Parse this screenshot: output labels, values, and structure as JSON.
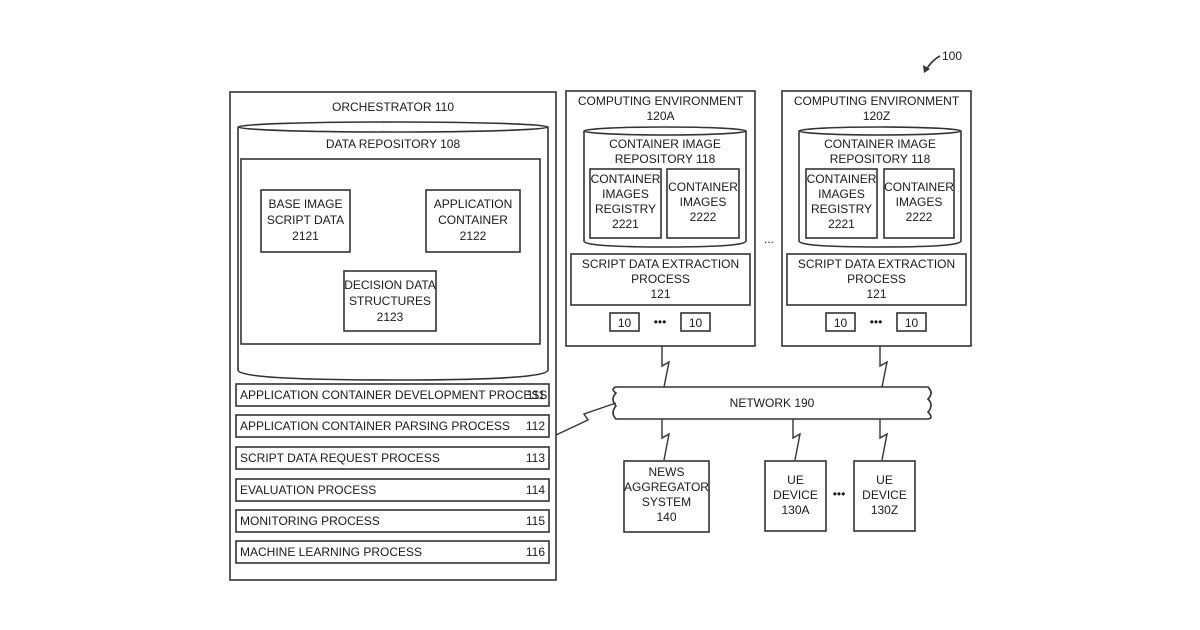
{
  "figure_ref": "100",
  "orchestrator": {
    "title": "ORCHESTRATOR 110",
    "repository": "DATA REPOSITORY 108",
    "base_image": [
      "BASE IMAGE",
      "SCRIPT DATA",
      "2121"
    ],
    "application_container": [
      "APPLICATION",
      "CONTAINER",
      "2122"
    ],
    "decision_data": [
      "DECISION DATA",
      "STRUCTURES",
      "2123"
    ],
    "processes": [
      {
        "label": "APPLICATION CONTAINER DEVELOPMENT PROCESS",
        "ref": "111"
      },
      {
        "label": "APPLICATION CONTAINER PARSING PROCESS",
        "ref": "112"
      },
      {
        "label": "SCRIPT DATA REQUEST PROCESS",
        "ref": "113"
      },
      {
        "label": "EVALUATION PROCESS",
        "ref": "114"
      },
      {
        "label": "MONITORING PROCESS",
        "ref": "115"
      },
      {
        "label": "MACHINE LEARNING PROCESS",
        "ref": "116"
      }
    ]
  },
  "env_a": {
    "title": [
      "COMPUTING ENVIRONMENT",
      "120A"
    ],
    "repository": [
      "CONTAINER IMAGE",
      "REPOSITORY 118"
    ],
    "registry": [
      "CONTAINER",
      "IMAGES",
      "REGISTRY",
      "2221"
    ],
    "images": [
      "CONTAINER",
      "IMAGES",
      "2222"
    ],
    "extraction": [
      "SCRIPT DATA EXTRACTION",
      "PROCESS",
      "121"
    ],
    "node_left": "10",
    "node_right": "10",
    "node_dots": "•••"
  },
  "env_z": {
    "title": [
      "COMPUTING ENVIRONMENT",
      "120Z"
    ],
    "repository": [
      "CONTAINER IMAGE",
      "REPOSITORY 118"
    ],
    "registry": [
      "CONTAINER",
      "IMAGES",
      "REGISTRY",
      "2221"
    ],
    "images": [
      "CONTAINER",
      "IMAGES",
      "2222"
    ],
    "extraction": [
      "SCRIPT DATA EXTRACTION",
      "PROCESS",
      "121"
    ],
    "node_left": "10",
    "node_right": "10",
    "node_dots": "•••"
  },
  "env_dots": "...",
  "network": "NETWORK 190",
  "news": [
    "NEWS",
    "AGGREGATOR",
    "SYSTEM",
    "140"
  ],
  "ue_a": [
    "UE",
    "DEVICE",
    "130A"
  ],
  "ue_z": [
    "UE",
    "DEVICE",
    "130Z"
  ],
  "ue_dots": "•••"
}
